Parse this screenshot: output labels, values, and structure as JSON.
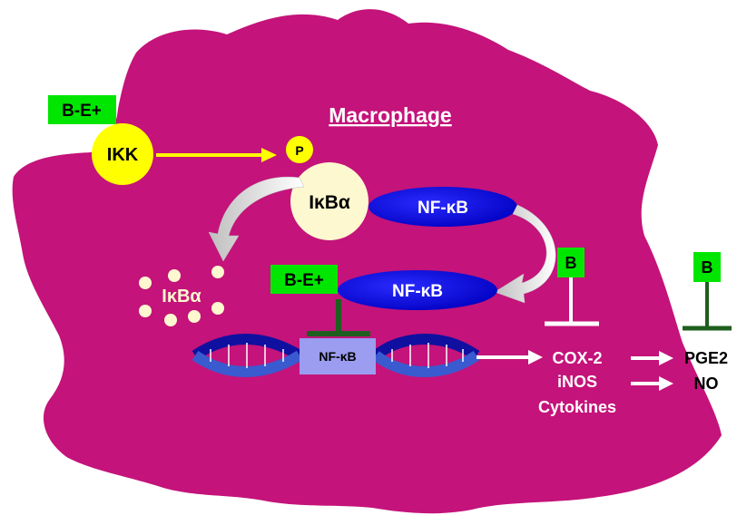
{
  "labels": {
    "title": "Macrophage",
    "ikk": "IKK",
    "phospho": "P",
    "ikba_bound": "IκBα",
    "nfkb_bound": "NF-κB",
    "nfkb_free": "NF-κB",
    "nfkb_dna": "NF-κB",
    "ikba_degraded": "IκBα",
    "be_top": "B-E+",
    "be_mid": "B-E+",
    "b_cox": "B",
    "b_pge": "B",
    "cox2": "COX-2",
    "inos": "iNOS",
    "cytokines": "Cytokines",
    "pge2": "PGE2",
    "no": "NO"
  },
  "colors": {
    "cell": "#c4137a",
    "inhibitor_box": "#00e600",
    "ikk_circle": "#ffff00",
    "ikba_circle": "#fdf8cf",
    "nfkb_ellipse": "#0a0ae0",
    "dna_box": "#9c9cf0",
    "inhibit_stem": "#1e5e1e",
    "inhibit_white": "#ffffff"
  }
}
